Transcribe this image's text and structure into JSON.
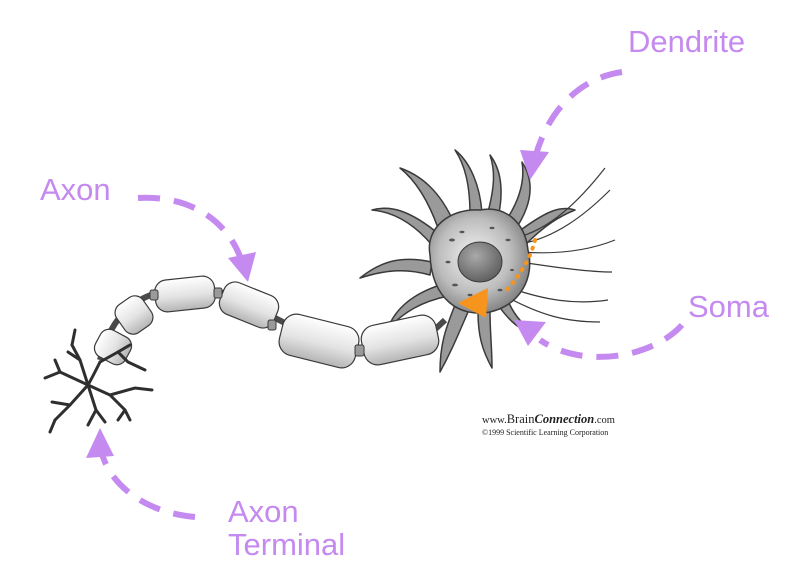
{
  "labels": {
    "dendrite": "Dendrite",
    "axon": "Axon",
    "soma": "Soma",
    "axon_terminal_line1": "Axon",
    "axon_terminal_line2": "Terminal"
  },
  "credit": {
    "prefix": "www.",
    "brand_regular": "Brain",
    "brand_italic": "Connection",
    "suffix": ".com",
    "copyright": "©1999 Scientific Learning Corporation"
  },
  "colors": {
    "label": "#c58af0",
    "arrow": "#c58af0",
    "orange_arrow": "#f7941d",
    "neuron_gray": "#8c8c8c",
    "myelin": "#e6e6e6"
  }
}
